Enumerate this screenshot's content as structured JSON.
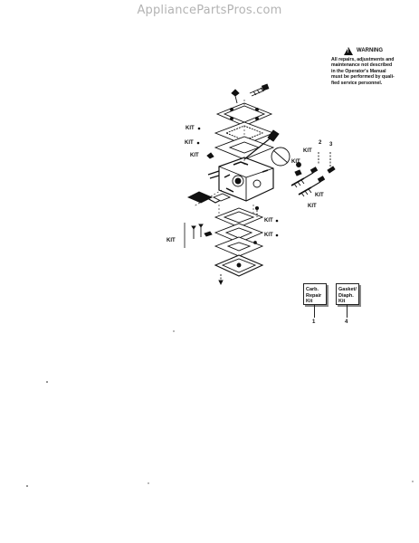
{
  "header": {
    "watermark": "AppliancePartsPros.com"
  },
  "warning": {
    "title": "WARNING",
    "lines": [
      "All repairs, adjustments and",
      "maintenance not described",
      "in the Operator's Manual",
      "must be performed by quali-",
      "fied service personnel."
    ]
  },
  "diagram": {
    "labels": {
      "kit_1": "KIT",
      "kit_2": "KIT",
      "kit_3": "KIT",
      "kit_4": "KIT",
      "kit_5": "KIT",
      "kit_6": "KIT",
      "kit_7": "KIT",
      "kit_8": "KIT",
      "kit_9": "KIT",
      "kit_10": "KIT",
      "callout_2": "2",
      "callout_3": "3"
    }
  },
  "kits": [
    {
      "line1": "Carb.",
      "line2": "Repair",
      "line3": "Kit",
      "number": "1"
    },
    {
      "line1": "Gasket/",
      "line2": "Diaph.",
      "line3": "Kit",
      "number": "4"
    }
  ]
}
